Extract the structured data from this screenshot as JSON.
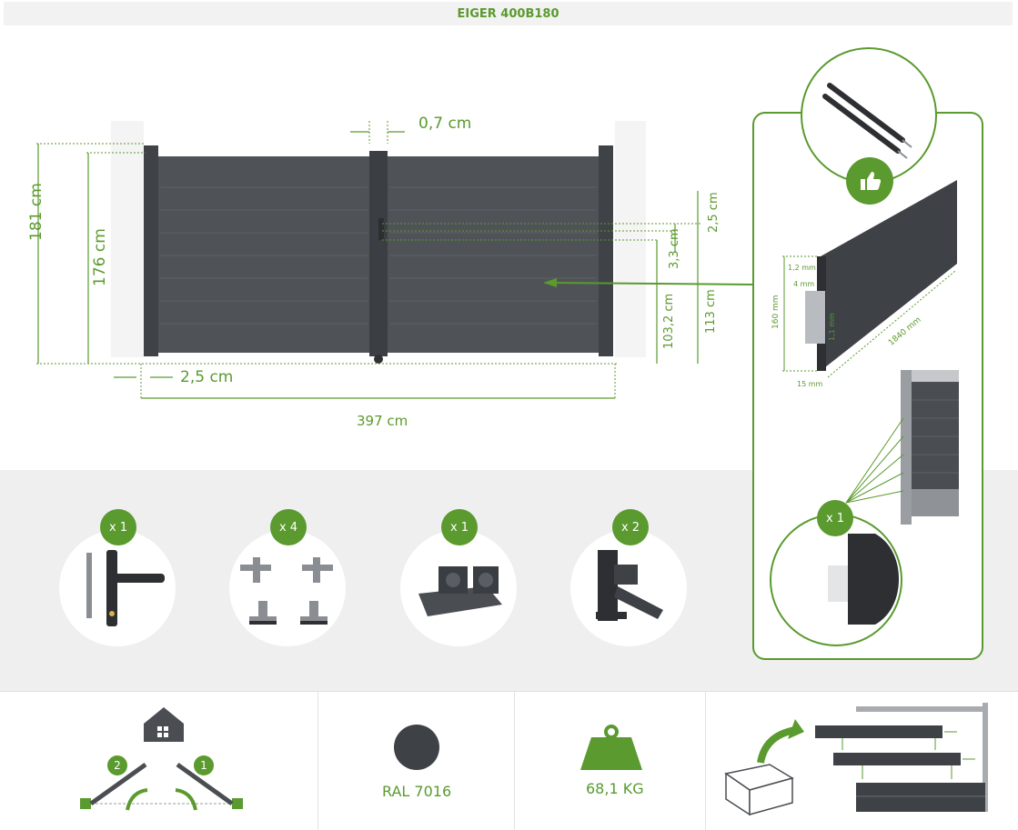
{
  "title": "EIGER 400B180",
  "dimensions": {
    "gap": "0,7 cm",
    "height_total": "181 cm",
    "height_leaf": "176 cm",
    "post_offset": "2,5 cm",
    "width_total": "397 cm",
    "slat_2_5": "2,5 cm",
    "slat_3_3": "3,3 cm",
    "lock_height": "103,2 cm",
    "handle_height": "113 cm"
  },
  "profile": {
    "d_1_2": "1,2 mm",
    "d_4": "4 mm",
    "d_160": "160 mm",
    "d_1_1": "1,1 mm",
    "d_15": "15 mm",
    "d_1840": "1840 mm"
  },
  "accessories": [
    {
      "qty": "x 1",
      "name": "handle-lock-icon"
    },
    {
      "qty": "x 4",
      "name": "hinge-icon"
    },
    {
      "qty": "x 1",
      "name": "gate-stop-icon"
    },
    {
      "qty": "x 2",
      "name": "leaf-holder-icon"
    }
  ],
  "panel_badge": "x 1",
  "bottom": {
    "opening_step_1": "1",
    "opening_step_2": "2",
    "color_label": "RAL 7016",
    "weight_label": "68,1 KG"
  },
  "colors": {
    "accent": "#5a9a2e",
    "gate": "#4a4d52",
    "ral": "#3e4145"
  }
}
